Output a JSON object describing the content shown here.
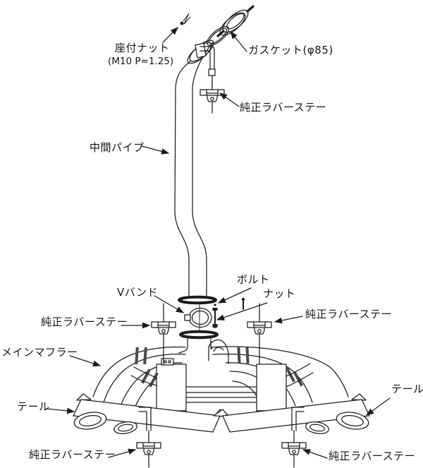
{
  "figure": {
    "type": "exhaust-system-parts-diagram",
    "background": "#ffffff",
    "line_color": "#1c1c1c",
    "labels": {
      "seat_nut_line1": "座付ナット",
      "seat_nut_line2": "(M10 P=1.25)",
      "gasket": "ガスケット(φ85)",
      "rubber_stay_top_right": "純正ラバーステー",
      "intermediate_pipe": "中間パイプ",
      "bolt": "ボルト",
      "v_band": "Vバンド",
      "nut": "ナット",
      "rubber_stay_mid_left": "純正ラバーステー",
      "rubber_stay_mid_right": "純正ラバーステー",
      "main_muffler": "メインマフラー",
      "tail_left": "テール",
      "tail_right": "テール",
      "rubber_stay_bottom_left": "純正ラバーステー",
      "rubber_stay_bottom_right": "純正ラバーステー"
    }
  }
}
